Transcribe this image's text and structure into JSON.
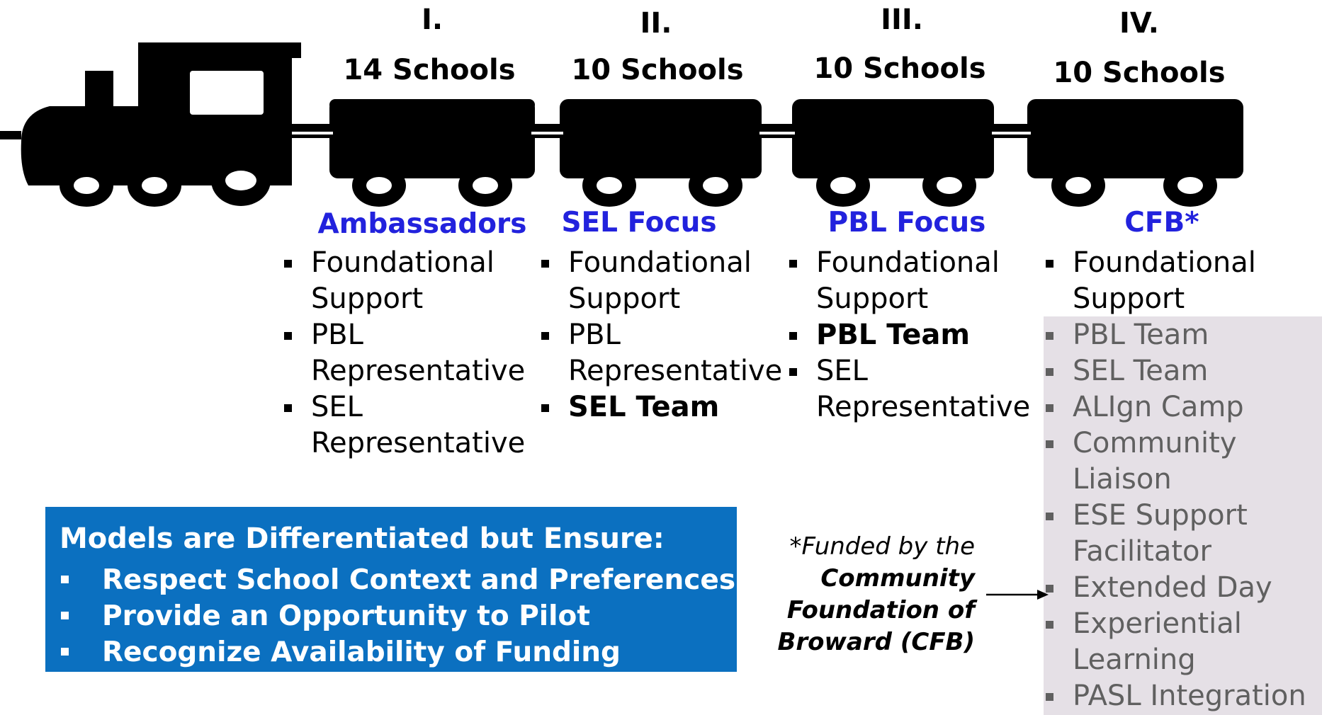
{
  "cars": [
    {
      "roman": "I.",
      "schools": "14 Schools",
      "model": "Ambassadors"
    },
    {
      "roman": "II.",
      "schools": "10 Schools",
      "model": "SEL Focus"
    },
    {
      "roman": "III.",
      "schools": "10 Schools",
      "model": "PBL Focus"
    },
    {
      "roman": "IV.",
      "schools": "10 Schools",
      "model": "CFB*"
    }
  ],
  "lists": {
    "ambassadors": [
      "Foundational Support",
      "PBL Representative",
      "SEL Representative"
    ],
    "sel_focus": [
      "Foundational Support",
      "PBL Representative",
      "SEL Team"
    ],
    "pbl_focus": [
      "Foundational Support",
      "PBL Team",
      "SEL Representative"
    ],
    "cfb_top": [
      "Foundational Support"
    ],
    "cfb_extra": [
      "PBL Team",
      "SEL Team",
      "ALIgn Camp",
      "Community Liaison",
      "ESE Support Facilitator",
      "Extended Day",
      "Experiential Learning",
      "PASL Integration"
    ]
  },
  "principles": {
    "heading": "Models are Differentiated but Ensure:",
    "items": [
      "Respect School Context and Preferences",
      "Provide an Opportunity to Pilot",
      "Recognize Availability of Funding"
    ]
  },
  "footnote": {
    "line1": "*Funded by the",
    "line2": "Community",
    "line3": "Foundation of",
    "line4": "Broward (CFB)"
  },
  "colors": {
    "model_label": "#2222dd",
    "principles_box": "#0b70c0",
    "cfb_highlight": "#e5e0e6",
    "train": "#000000"
  }
}
